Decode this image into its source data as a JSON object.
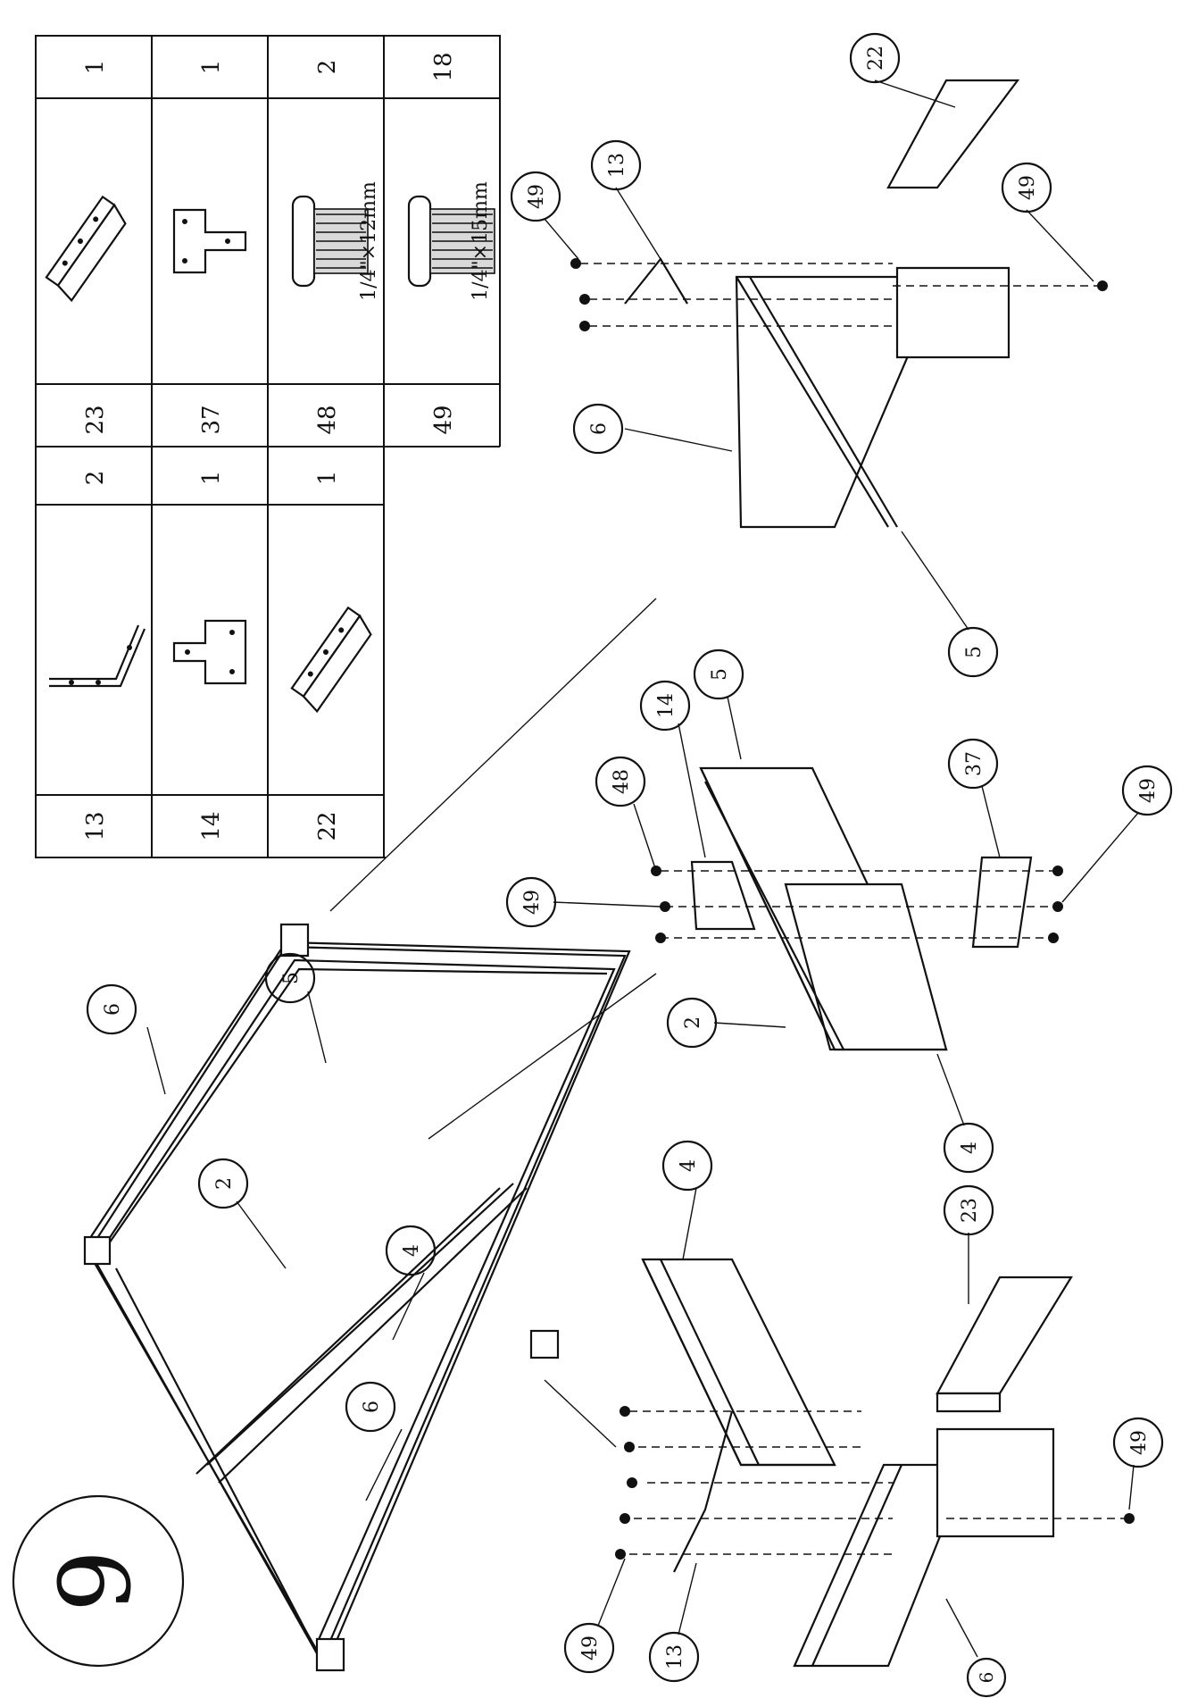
{
  "step": {
    "number": "9"
  },
  "parts_table": {
    "left": [
      {
        "id": "13",
        "qty": "2",
        "icon": "angle-bracket-icon"
      },
      {
        "id": "14",
        "qty": "1",
        "icon": "t-plate-icon"
      },
      {
        "id": "22",
        "qty": "1",
        "icon": "angle-rail-icon"
      }
    ],
    "right": [
      {
        "id": "23",
        "qty": "1",
        "icon": "angle-rail-icon"
      },
      {
        "id": "37",
        "qty": "1",
        "icon": "t-plate-icon"
      },
      {
        "id": "48",
        "qty": "2",
        "icon": "screw-icon",
        "size": "1/4\"×12mm"
      },
      {
        "id": "49",
        "qty": "18",
        "icon": "screw-icon",
        "size": "1/4\"×15mm"
      }
    ]
  },
  "callouts": {
    "assembly": [
      "6",
      "5",
      "2",
      "4",
      "6"
    ],
    "detail_left": [
      "4",
      "23",
      "49",
      "49",
      "13",
      "6"
    ],
    "detail_middle": [
      "5",
      "14",
      "48",
      "49",
      "37",
      "49",
      "2",
      "4"
    ],
    "detail_right": [
      "22",
      "13",
      "49",
      "49",
      "6",
      "5"
    ]
  }
}
